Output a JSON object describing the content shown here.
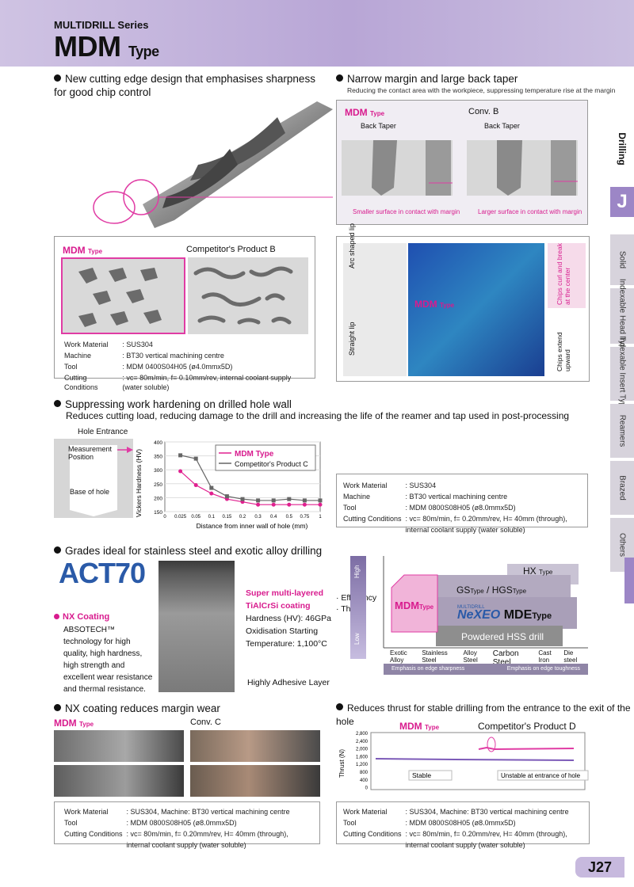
{
  "header": {
    "series": "MULTIDRILL Series",
    "title_main": "MDM",
    "title_sub": "Type"
  },
  "sec1": {
    "bullet": "New cutting edge design that emphasises sharpness for good chip control",
    "panel": {
      "mdm": "MDM",
      "mdm_type": "Type",
      "competitor": "Competitor's Product B"
    },
    "info": [
      [
        "Work Material",
        ": SUS304"
      ],
      [
        "Machine",
        ": BT30 vertical machining centre"
      ],
      [
        "Tool",
        ": MDM 0400S04H05 (ø4.0mmx5D)"
      ],
      [
        "Cutting Conditions",
        ": vc= 80m/min, f= 0.10mm/rev, internal coolant supply (water soluble)"
      ]
    ]
  },
  "sec2": {
    "bullet": "Narrow margin and large back taper",
    "sub": "Reducing the contact area with the workpiece, suppressing temperature rise at the margin",
    "mdm": "MDM",
    "mdm_type": "Type",
    "conv": "Conv. B",
    "back_taper": "Back Taper",
    "note_left": "Smaller surface in contact with margin",
    "note_right": "Larger surface in contact with margin",
    "arc_lip": "Arc shaped lip",
    "straight_lip": "Straight lip",
    "chips_curl": "Chips curl and break at the center",
    "chips_extend": "Chips extend upward"
  },
  "sec3": {
    "bullet": "Suppressing work hardening on drilled hole wall",
    "sub": "Reduces cutting load, reducing damage to the drill and increasing the life of the reamer and tap used in post-processing",
    "hole_entrance": "Hole Entrance",
    "measurement_position": "Measurement Position",
    "base_of_hole": "Base of hole",
    "info": [
      [
        "Work Material",
        ": SUS304"
      ],
      [
        "Machine",
        ": BT30 vertical machining centre"
      ],
      [
        "Tool",
        ": MDM 0800S08H05 (ø8.0mmx5D)"
      ],
      [
        "Cutting Conditions",
        ": vc= 80m/min, f= 0.20mm/rev, H= 40mm (through),"
      ],
      [
        "",
        "internal coolant supply (water soluble)"
      ]
    ]
  },
  "chart_data": {
    "type": "line",
    "xlabel": "Distance from inner wall of hole (mm)",
    "ylabel": "Vickers Hardness (HV)",
    "x": [
      0,
      0.025,
      0.05,
      0.1,
      0.15,
      0.2,
      0.3,
      0.4,
      0.5,
      0.75,
      1.0
    ],
    "ylim": [
      150,
      400
    ],
    "yticks": [
      150,
      200,
      250,
      300,
      350,
      400
    ],
    "series": [
      {
        "name": "MDM Type",
        "values": [
          null,
          295,
          245,
          215,
          195,
          185,
          175,
          175,
          175,
          175,
          175
        ],
        "color": "#e0208f"
      },
      {
        "name": "Competitor's Product C",
        "values": [
          null,
          352,
          340,
          235,
          205,
          195,
          190,
          190,
          195,
          190,
          190
        ],
        "color": "#666666"
      }
    ],
    "legend": "top-right"
  },
  "sec4": {
    "bullet": "Grades ideal for stainless steel and exotic alloy drilling",
    "act": "ACT70",
    "nx_title": "NX Coating",
    "nx_desc": "ABSOTECH™ technology for high quality, high hardness, high strength and excellent wear resistance and thermal resistance.",
    "coat_title1": "Super multi-layered",
    "coat_title2": "TiAlCrSi coating",
    "coat_props": [
      "Hardness (HV): 46GPa",
      "Oxidisation Starting",
      "Temperature: 1,100°C"
    ],
    "adhesive": "Highly Adhesive Layer",
    "eff": "· Efficiency",
    "thrust": "· Thrust",
    "high": "High",
    "low": "Low",
    "hx": "HX",
    "gs": "GS",
    "hgs": "/ HGS",
    "type_word": "Type",
    "nexeo_small": "MULTIDRILL",
    "nexeo": "NeXEO",
    "mde": "MDE",
    "powdered": "Powdered HSS drill",
    "materials": [
      "Exotic Alloy",
      "Stainless Steel",
      "Alloy Steel",
      "Carbon Steel",
      "Cast Iron",
      "Die steel"
    ],
    "emph_left": "Emphasis on edge sharpness",
    "emph_right": "Emphasis on edge toughness"
  },
  "sec5": {
    "bullet": "NX coating reduces margin wear",
    "mdm": "MDM",
    "mdm_type": "Type",
    "conv": "Conv. C",
    "info": [
      [
        "Work Material",
        ": SUS304, Machine: BT30 vertical machining centre"
      ],
      [
        "Tool",
        ": MDM 0800S08H05 (ø8.0mmx5D)"
      ],
      [
        "Cutting Conditions",
        ": vc= 80m/min, f= 0.20mm/rev, H= 40mm (through),"
      ],
      [
        "",
        "internal coolant supply (water soluble)"
      ]
    ]
  },
  "sec6": {
    "bullet": "Reduces thrust for stable drilling from the entrance to the exit of the hole",
    "mdm": "MDM",
    "mdm_type": "Type",
    "competitor": "Competitor's Product D",
    "ylabel": "Thrust (N)",
    "yticks": [
      "2,800",
      "2,400",
      "2,000",
      "1,600",
      "1,200",
      "800",
      "400",
      "0"
    ],
    "stable": "Stable",
    "unstable": "Unstable at entrance of hole",
    "info": [
      [
        "Work Material",
        ": SUS304, Machine: BT30 vertical machining centre"
      ],
      [
        "Tool",
        ": MDM 0800S08H05 (ø8.0mmx5D)"
      ],
      [
        "Cutting Conditions",
        ": vc= 80m/min, f= 0.20mm/rev, H= 40mm (through),"
      ],
      [
        "",
        "internal coolant supply (water soluble)"
      ]
    ]
  },
  "sidebar": {
    "drilling": "Drilling",
    "j": "J",
    "tabs": [
      "Solid",
      "Indexable Head Type",
      "Indexable Insert Type",
      "Reamers",
      "Brazed",
      "Others"
    ]
  },
  "page_number": "J27"
}
